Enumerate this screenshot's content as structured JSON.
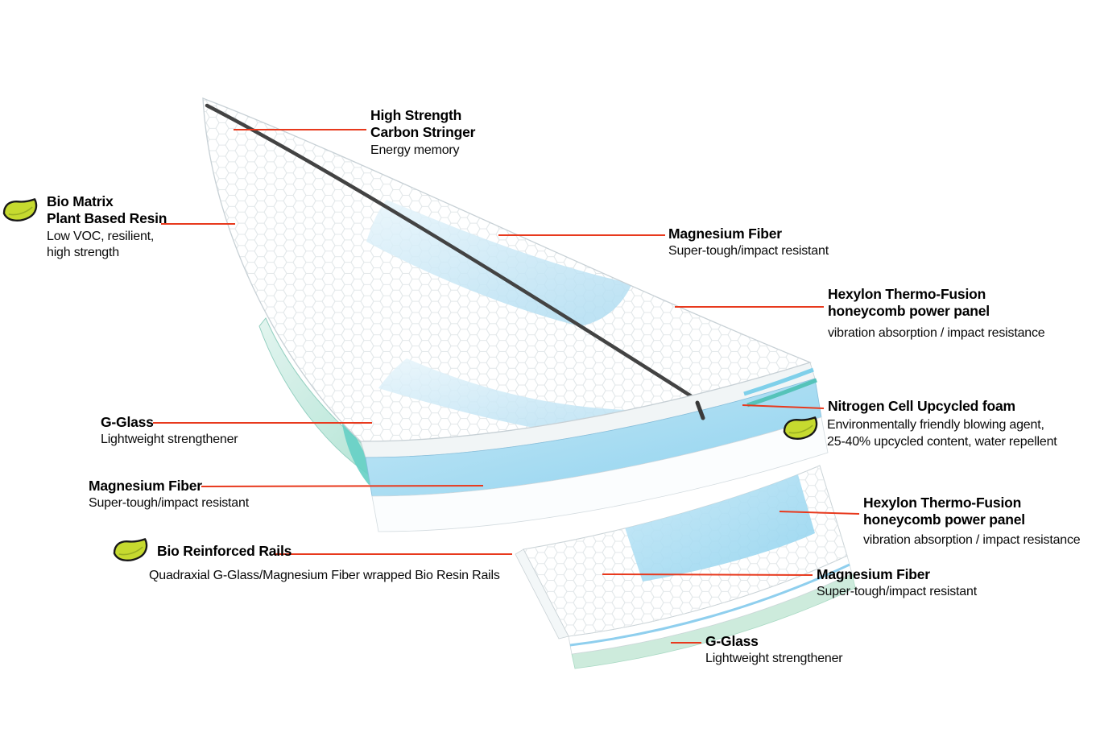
{
  "diagram": {
    "subject": "Surfboard construction cutaway",
    "colors": {
      "leader_line": "#e8391d",
      "leaf_icon": "#c6da2f",
      "carbon_stringer": "#434343",
      "magnesium_fiber_blue": "#8ed2ee",
      "g_glass_green": "#cdebdc",
      "rail_teal": "#65cfc4",
      "foam_white": "#ffffff"
    },
    "callouts": {
      "carbon_stringer": {
        "title": "High Strength\nCarbon Stringer",
        "desc": "Energy memory"
      },
      "bio_matrix": {
        "icon": "eco-leaf-icon",
        "title": "Bio Matrix\nPlant Based Resin",
        "desc": "Low VOC, resilient,\nhigh strength"
      },
      "magnesium_fiber_deck": {
        "title": "Magnesium Fiber",
        "desc": "Super-tough/impact resistant"
      },
      "hexylon_deck": {
        "title": "Hexylon Thermo-Fusion\nhoneycomb power panel",
        "desc": "vibration absorption / impact resistance"
      },
      "nitrogen_cell": {
        "icon": "eco-leaf-icon",
        "title": "Nitrogen Cell Upcycled foam",
        "desc": "Environmentally friendly blowing agent,\n25-40% upcycled content, water repellent"
      },
      "g_glass_rail": {
        "title": "G-Glass",
        "desc": "Lightweight strengthener"
      },
      "magnesium_fiber_mid": {
        "title": "Magnesium Fiber",
        "desc": "Super-tough/impact resistant"
      },
      "bio_rails": {
        "icon": "eco-leaf-icon",
        "title": "Bio Reinforced Rails",
        "desc": "Quadraxial G-Glass/Magnesium Fiber wrapped Bio Resin Rails"
      },
      "hexylon_bottom": {
        "title": "Hexylon Thermo-Fusion\nhoneycomb power panel",
        "desc": "vibration absorption / impact resistance"
      },
      "magnesium_fiber_bottom": {
        "title": "Magnesium Fiber",
        "desc": "Super-tough/impact resistant"
      },
      "g_glass_bottom": {
        "title": "G-Glass",
        "desc": "Lightweight strengthener"
      }
    }
  }
}
